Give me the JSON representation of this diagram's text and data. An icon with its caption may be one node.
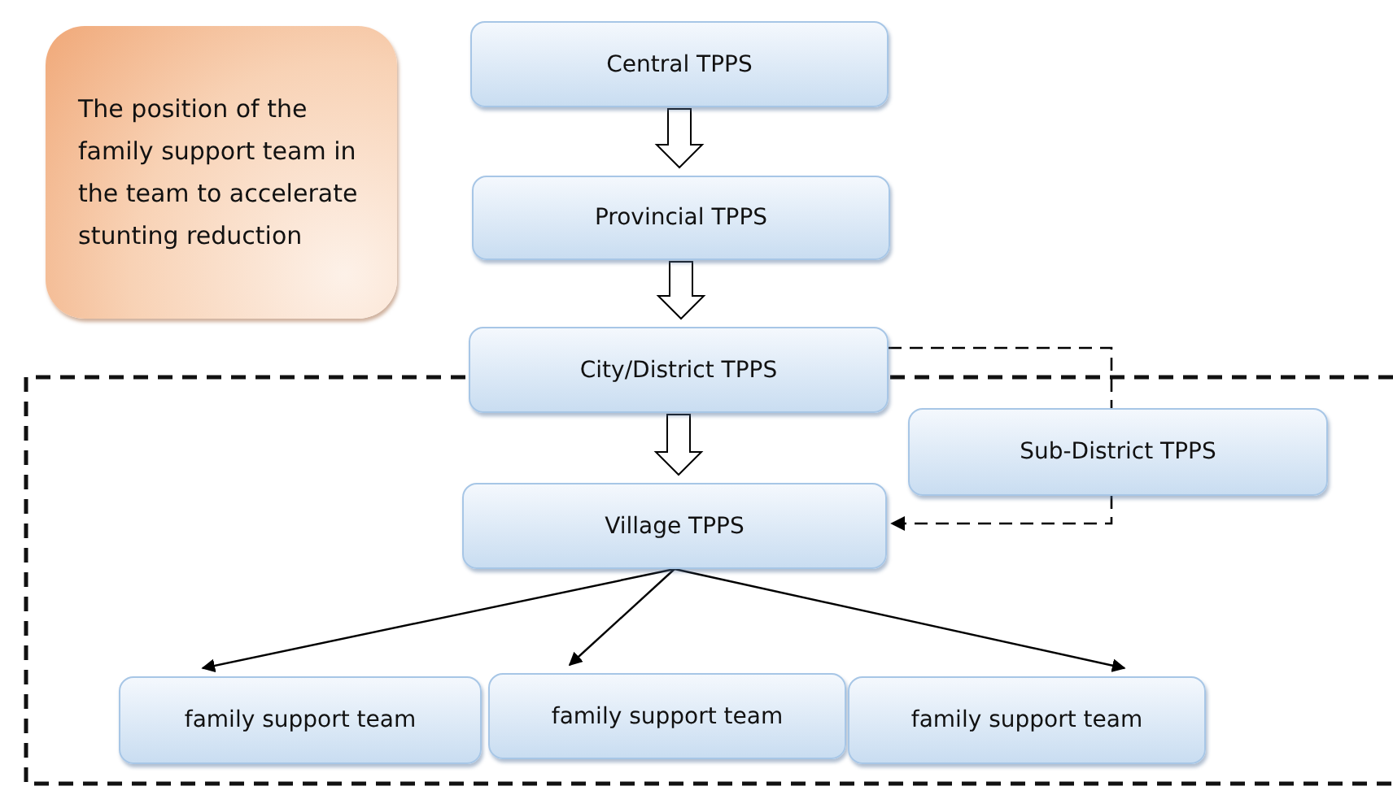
{
  "diagram": {
    "nodes": [
      {
        "text": [
          "The position of the family support team in the team to accelerate stunting reduction"
        ]
      },
      {
        "text": [
          "Central TPPS"
        ]
      },
      {
        "text": [
          "Provincial TPPS"
        ]
      },
      {
        "text": [
          "City/District TPPS"
        ]
      },
      {
        "text": [
          "Sub-District TPPS"
        ]
      },
      {
        "text": [
          "Village TPPS"
        ]
      },
      {
        "text": [
          "family support team"
        ]
      },
      {
        "text": [
          "family support team"
        ]
      },
      {
        "text": [
          "family support team"
        ]
      }
    ],
    "edges": [
      {
        "from": 1,
        "to": 2,
        "arrow": "to",
        "style": "thick"
      },
      {
        "from": 2,
        "to": 3,
        "arrow": "to",
        "style": "thick"
      },
      {
        "from": 3,
        "to": 5,
        "arrow": "to",
        "style": "thick"
      },
      {
        "from": 3,
        "to": 4,
        "arrow": "none",
        "style": "dashed"
      },
      {
        "from": 4,
        "to": 5,
        "arrow": "to",
        "style": "dashed"
      },
      {
        "from": 5,
        "to": 6,
        "arrow": "to"
      },
      {
        "from": 5,
        "to": 7,
        "arrow": "to"
      },
      {
        "from": 5,
        "to": 8,
        "arrow": "to"
      }
    ]
  }
}
